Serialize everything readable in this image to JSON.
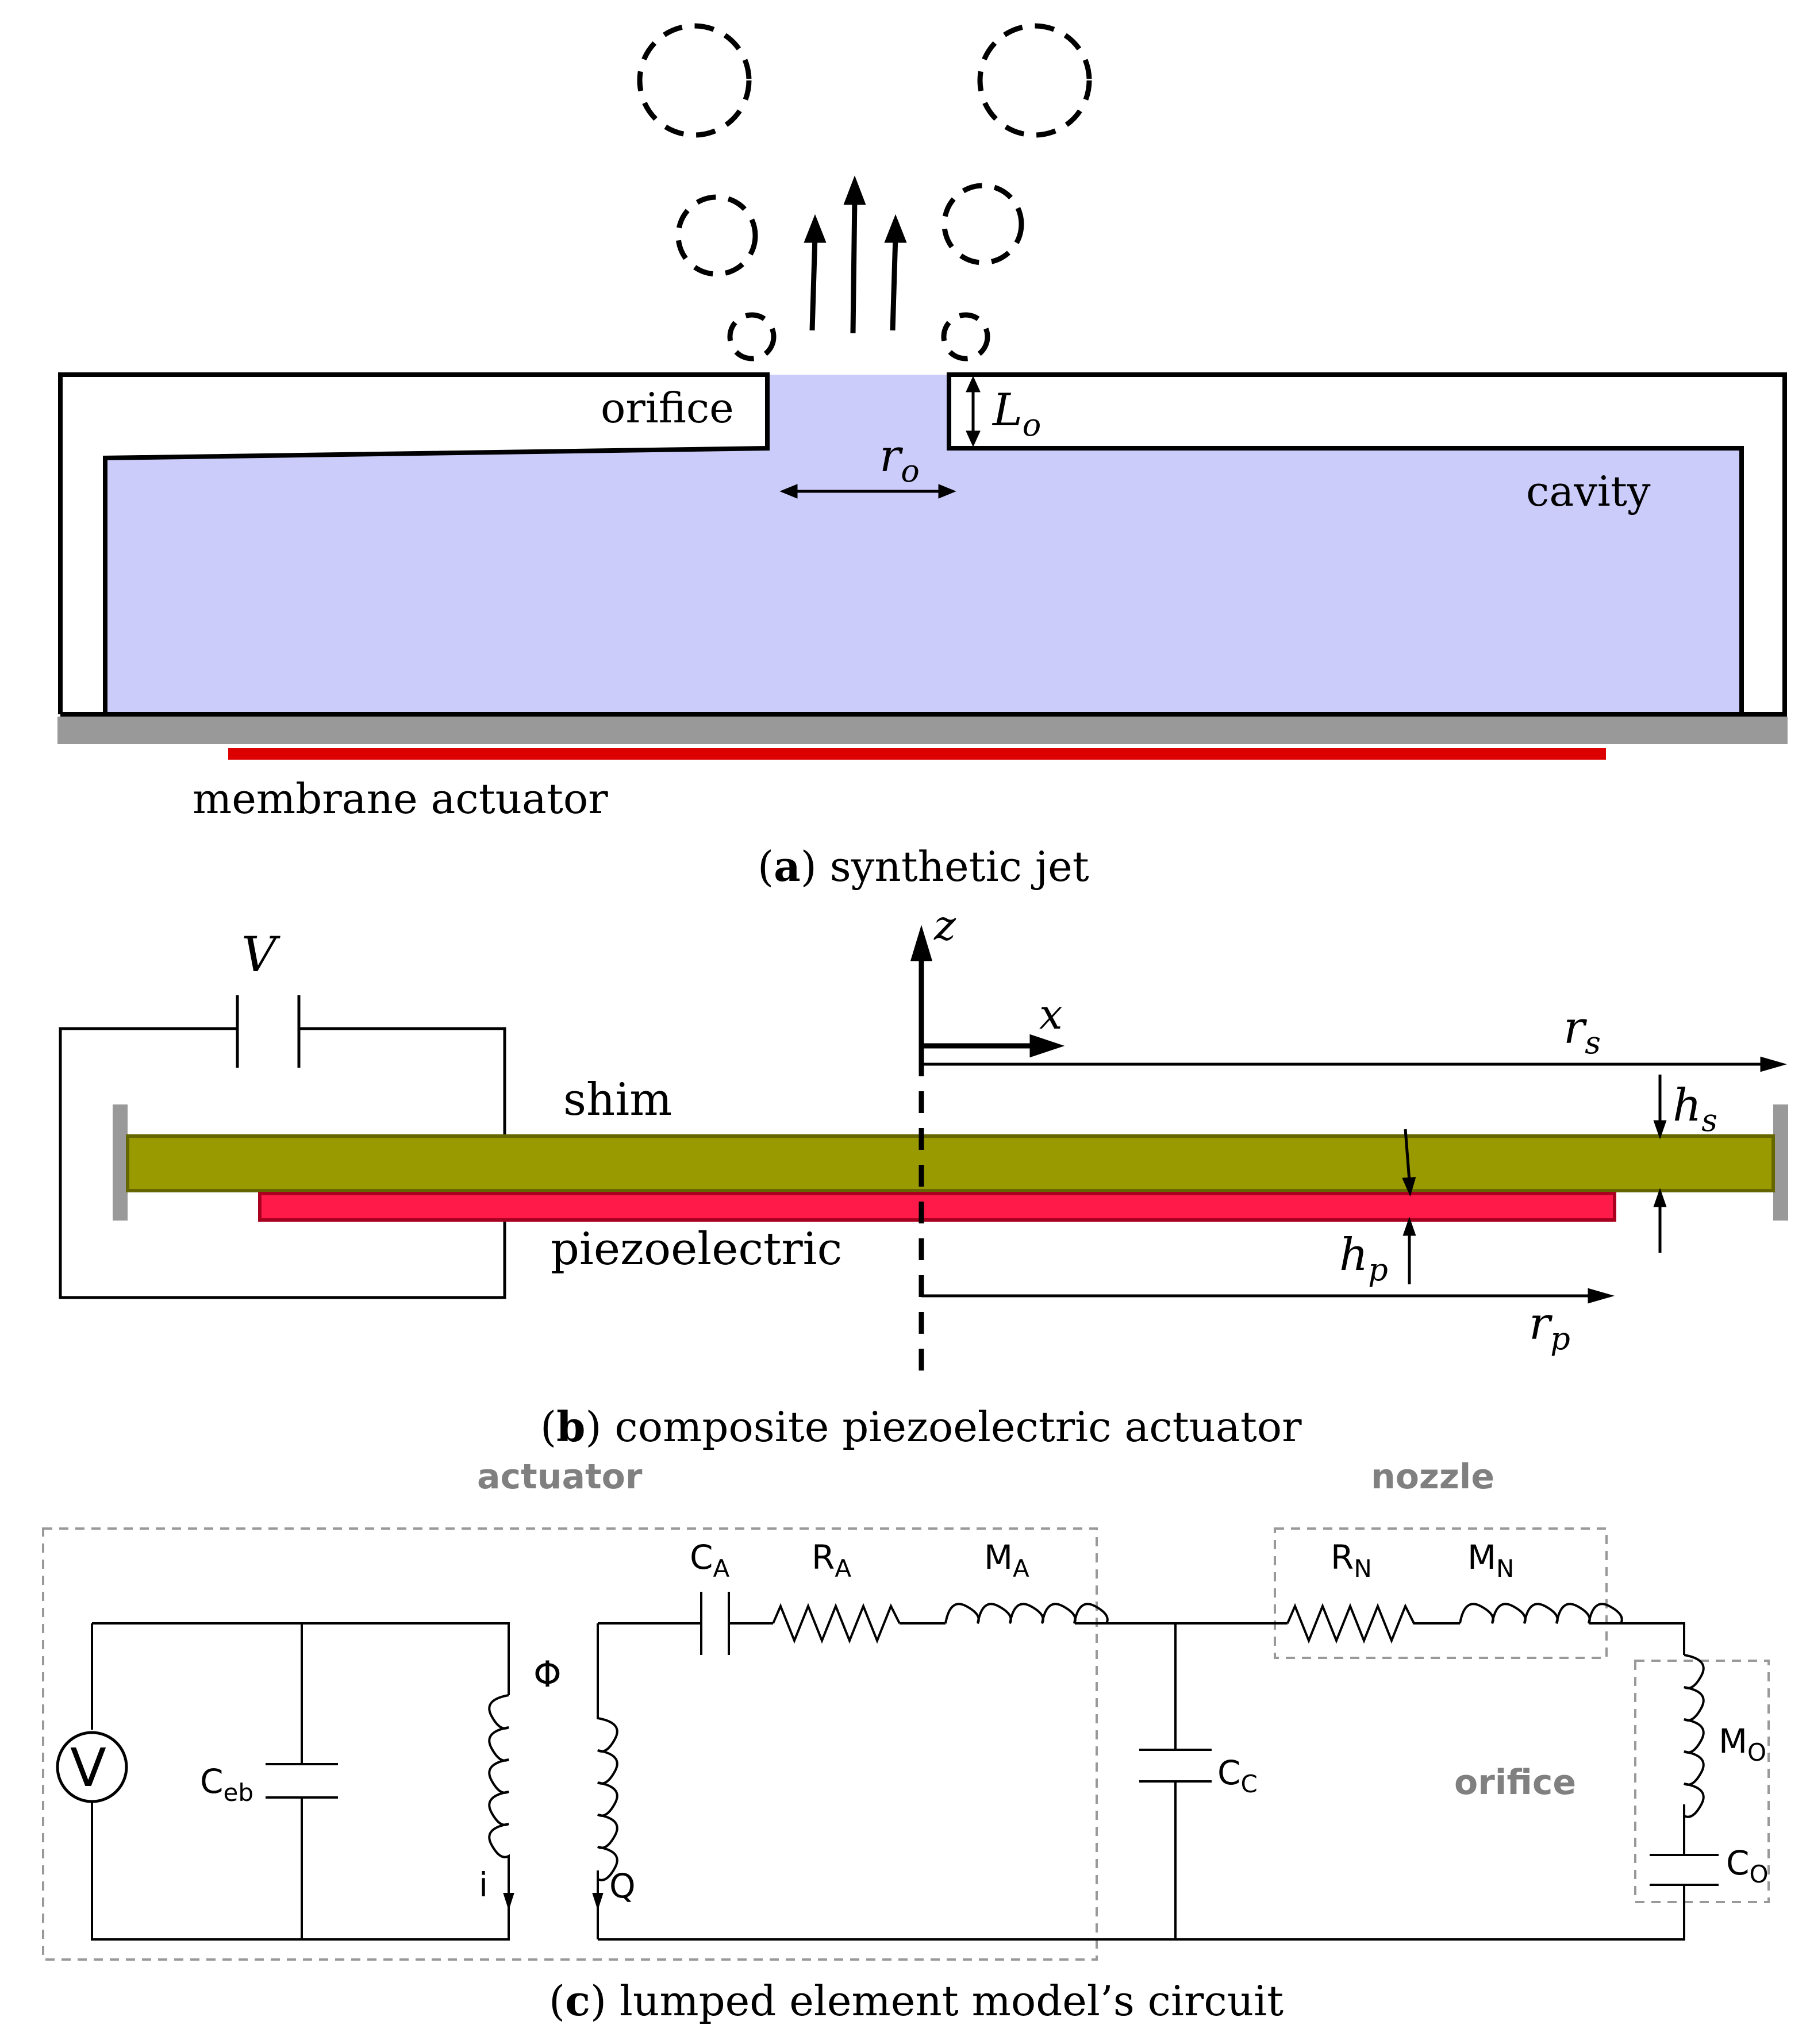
{
  "colors": {
    "fluid": "#ccccfa",
    "wall": "#000000",
    "membrane": "#999999",
    "piezo_red": "#dd0000",
    "shim": "#999900",
    "piezo_layer": "#ff1a4a",
    "group_label": "#808080",
    "dashed_box": "#999999"
  },
  "panel_a": {
    "orifice_label": "orifice",
    "cavity_label": "cavity",
    "membrane_label": "membrane actuator",
    "Lo_symbol": "L",
    "Lo_sub": "o",
    "ro_symbol": "r",
    "ro_sub": "o",
    "caption_letter": "a",
    "caption_text": " synthetic jet"
  },
  "panel_b": {
    "V_label": "V",
    "shim_label": "shim",
    "piezo_label": "piezoelectric",
    "z_label": "z",
    "x_label": "x",
    "rs_symbol": "r",
    "rs_sub": "s",
    "rp_symbol": "r",
    "rp_sub": "p",
    "hs_symbol": "h",
    "hs_sub": "s",
    "hp_symbol": "h",
    "hp_sub": "p",
    "caption_letter": "b",
    "caption_text": " composite piezoelectric actuator"
  },
  "panel_c": {
    "actuator_group": "actuator",
    "nozzle_group": "nozzle",
    "orifice_group": "orifice",
    "source_label": "V",
    "Ceb_main": "C",
    "Ceb_sub": "eb",
    "phi_label": "Φ",
    "i_label": "i",
    "Q_label": "Q",
    "CA_main": "C",
    "CA_sub": "A",
    "RA_main": "R",
    "RA_sub": "A",
    "MA_main": "M",
    "MA_sub": "A",
    "CC_main": "C",
    "CC_sub": "C",
    "RN_main": "R",
    "RN_sub": "N",
    "MN_main": "M",
    "MN_sub": "N",
    "MO_main": "M",
    "MO_sub": "O",
    "CO_main": "C",
    "CO_sub": "O",
    "caption_letter": "c",
    "caption_text": " lumped element model’s circuit"
  }
}
